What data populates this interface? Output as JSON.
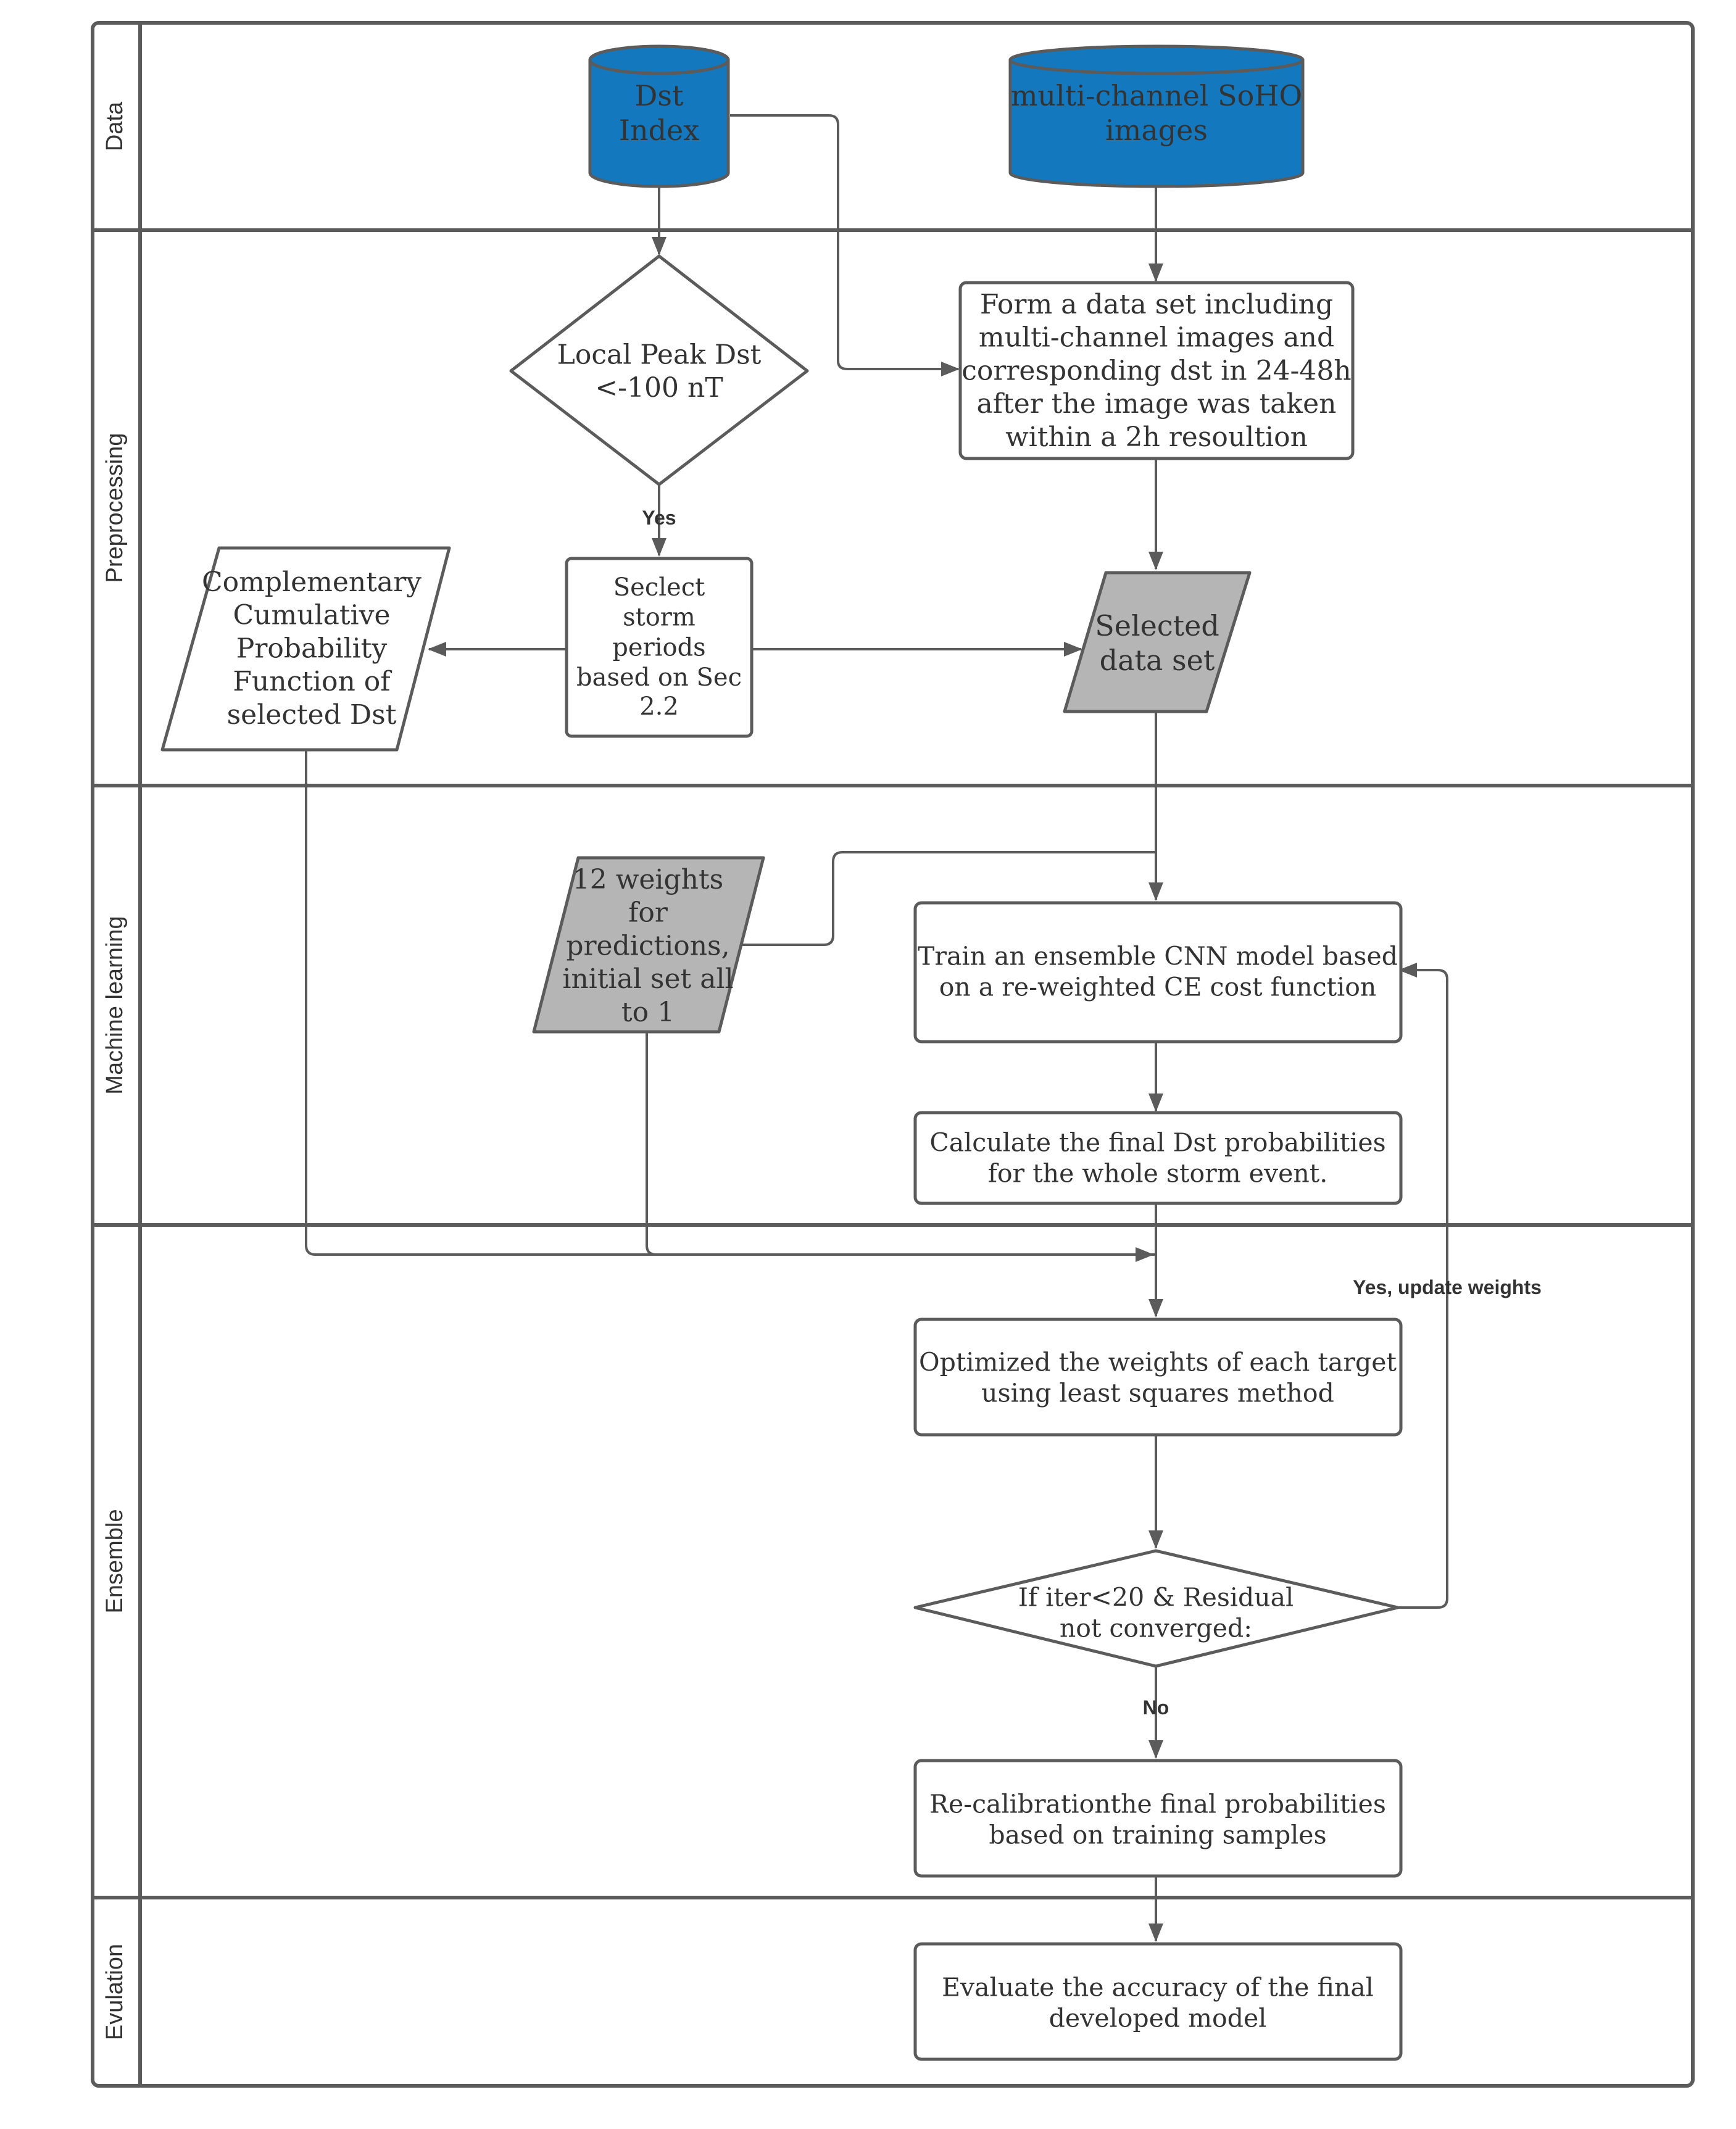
{
  "colors": {
    "frame": "#5b5b5b",
    "db_fill": "#1478be",
    "db_text": "#ffffff",
    "gray_fill": "#b5b5b5",
    "text": "#333333",
    "link_text": "#1478be",
    "arrow": "#5b5b5b"
  },
  "lanes": {
    "data": "Data",
    "preprocessing": "Preprocessing",
    "machine_learning": "Machine learning",
    "ensemble": "Ensemble",
    "evaluation": "Evulation"
  },
  "nodes": {
    "dst_index": [
      "Dst",
      "Index"
    ],
    "soho_images": [
      "multi-channel SoHO",
      "images"
    ],
    "local_peak": [
      "Local Peak Dst",
      "<-100 nT"
    ],
    "form_dataset": [
      "Form a data set including",
      "multi-channel images and",
      "corresponding dst in 24-48h",
      "after  the image was taken",
      "within a 2h resoultion"
    ],
    "select_storm": [
      "Seclect",
      "storm",
      "periods",
      "based on Sec"
    ],
    "select_storm_ref": "2.2",
    "ccpf": [
      "Complementary",
      "Cumulative",
      "Probability",
      "Function of",
      "selected Dst"
    ],
    "selected_dataset": [
      "Selected",
      "data set"
    ],
    "weights": [
      "12 weights",
      "for",
      "predictions,",
      "initial set all",
      "to 1"
    ],
    "train": [
      "Train an ensemble CNN model based",
      "on a re-weighted CE cost function"
    ],
    "calc_prob": [
      "Calculate the final Dst probabilities",
      "for the whole storm event."
    ],
    "optimize": [
      "Optimized the weights of each target",
      "using least squares method"
    ],
    "condition": [
      "If iter<20 & Residual",
      "not converged:"
    ],
    "recalibrate": [
      "Re-calibrationthe final probabilities",
      "based on training samples"
    ],
    "evaluate": [
      "Evaluate the accuracy of the final",
      "developed model"
    ]
  },
  "edge_labels": {
    "yes": "Yes",
    "yes_update": "Yes,  update weights",
    "no": "No"
  }
}
